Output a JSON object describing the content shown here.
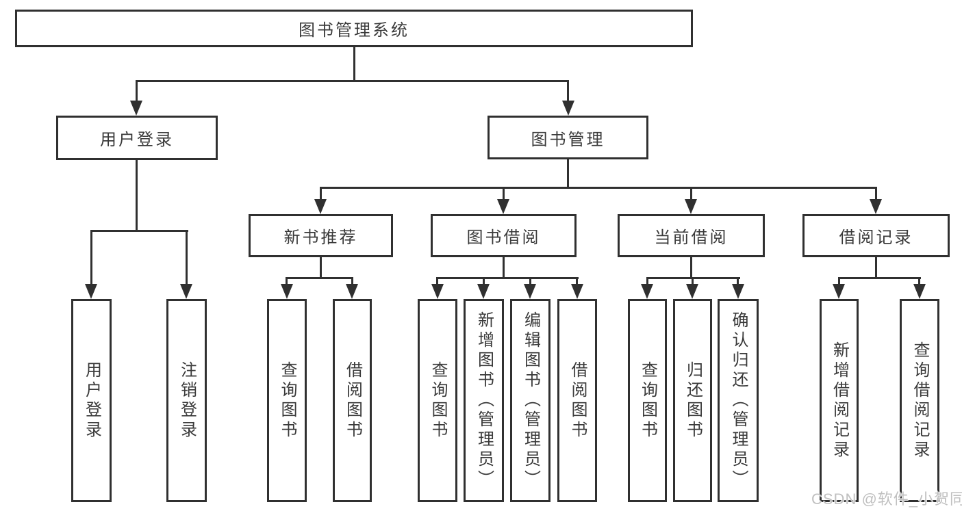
{
  "diagram": {
    "root": {
      "label": "图书管理系统"
    },
    "branches": [
      {
        "label": "用户登录",
        "children": [
          {
            "label": "用户登录"
          },
          {
            "label": "注销登录"
          }
        ]
      },
      {
        "label": "图书管理",
        "children": [
          {
            "label": "新书推荐",
            "children": [
              {
                "label": "查询图书"
              },
              {
                "label": "借阅图书"
              }
            ]
          },
          {
            "label": "图书借阅",
            "children": [
              {
                "label": "查询图书"
              },
              {
                "label": "新增图书（管理员）"
              },
              {
                "label": "编辑图书（管理员）"
              },
              {
                "label": "借阅图书"
              }
            ]
          },
          {
            "label": "当前借阅",
            "children": [
              {
                "label": "查询图书"
              },
              {
                "label": "归还图书"
              },
              {
                "label": "确认归还（管理员）"
              }
            ]
          },
          {
            "label": "借阅记录",
            "children": [
              {
                "label": "新增借阅记录"
              },
              {
                "label": "查询借阅记录"
              }
            ]
          }
        ]
      }
    ]
  },
  "watermark": {
    "text": "CSDN @软件_小贺同学"
  },
  "colors": {
    "line": "#303030",
    "text": "#3a3a3a",
    "watermark": "#c0c0c0",
    "background": "#ffffff"
  }
}
